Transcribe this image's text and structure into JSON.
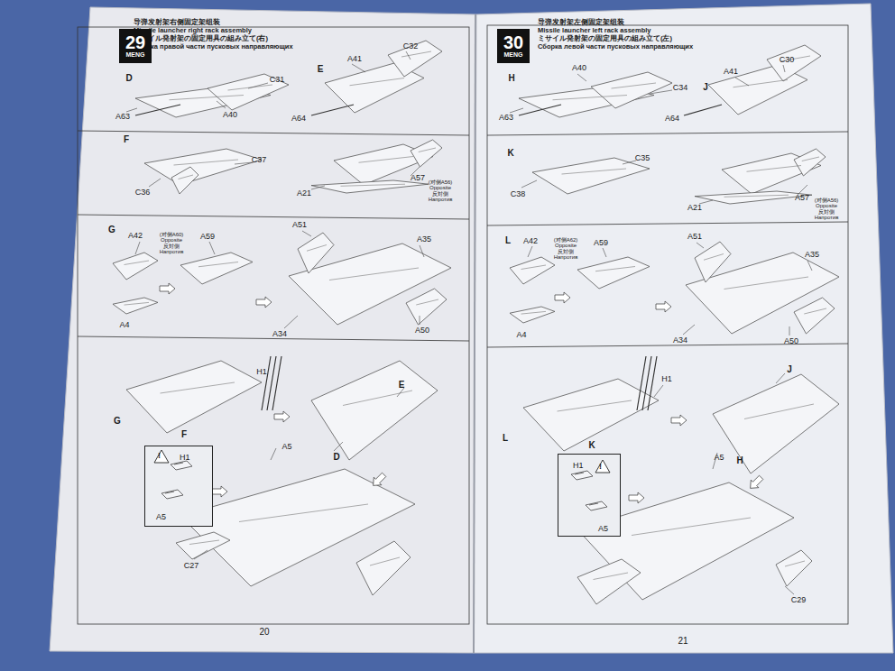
{
  "diagram": {
    "nodes": [
      {
        "text": [
          "29",
          "MENG"
        ]
      },
      {
        "text": [
          "!",
          "H1",
          "A5"
        ]
      },
      {
        "text": [
          "30",
          "MENG"
        ]
      },
      {
        "text": [
          "H1",
          "!",
          "A5"
        ]
      }
    ],
    "labels": [
      "导弹发射架右侧固定架组装",
      "Missile launcher right rack assembly",
      "ミサイル発射架の固定用具の組み立て(右)",
      "Сборка правой части пусковых направляющих",
      "D",
      "C31",
      "A63",
      "A40",
      "E",
      "A41",
      "C32",
      "A64",
      "F",
      "C37",
      "C36",
      "A21",
      "A57",
      "(对侧A56) Opposite 反対側 Напротив",
      "G",
      "A42",
      "(对侧A60) Opposite 反対側 Напротив",
      "A59",
      "A4",
      "A51",
      "A35",
      "A34",
      "A50",
      "H1",
      "E",
      "G",
      "F",
      "D",
      "A5",
      "C27",
      "20",
      "导弹发射架左侧固定架组装",
      "Missile launcher left rack assembly",
      "ミサイル発射架の固定用具の組み立て(左)",
      "Сборка левой части пусковых направляющих",
      "H",
      "A40",
      "C34",
      "A63",
      "J",
      "A41",
      "C30",
      "A64",
      "K",
      "C35",
      "C38",
      "A21",
      "A57",
      "(对侧A56) Opposite 反対側 Напротив",
      "L",
      "A42",
      "(对侧A62) Opposite 反対側 Напротив",
      "A59",
      "A4",
      "A51",
      "A35",
      "A34",
      "A50",
      "H1",
      "J",
      "L",
      "K",
      "H",
      "A5",
      "C29",
      "21"
    ]
  }
}
